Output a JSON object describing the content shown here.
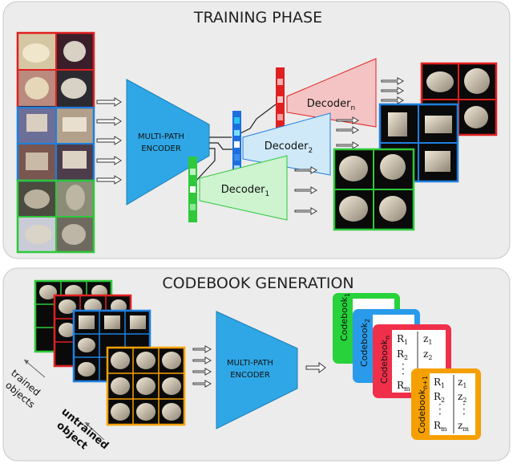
{
  "colors": {
    "panel_bg": "#ececec",
    "panel_border": "#c8c8c8",
    "encoder": "#2fa7e6",
    "red": "#e02020",
    "blue": "#1e7fe0",
    "green": "#2ec83a",
    "orange": "#f5a000",
    "decoder_red": "#f4c4c4",
    "decoder_blue": "#cfe9f8",
    "decoder_green": "#cdf3cf"
  },
  "training": {
    "title": "TRAINING PHASE",
    "encoder_line1": "MULTI-PATH",
    "encoder_line2": "ENCODER",
    "decoder_1": "Decoder",
    "decoder_1_sub": "1",
    "decoder_2": "Decoder",
    "decoder_2_sub": "2",
    "decoder_n": "Decoder",
    "decoder_n_sub": "n"
  },
  "codebook": {
    "title": "CODEBOOK GENERATION",
    "encoder_line1": "MULTI-PATH",
    "encoder_line2": "ENCODER",
    "trained_line1": "trained",
    "trained_line2": "objects",
    "untrained_line1": "untrained",
    "untrained_line2": "object",
    "cb1": "Codebook",
    "cb1_sub": "1",
    "cb2": "Codebook",
    "cb2_sub": "2",
    "cbn": "Codebook",
    "cbn_sub": "n",
    "cbn1": "Codebook",
    "cbn1_sub": "n+1",
    "R": "R",
    "z": "z",
    "sub1": "1",
    "sub2": "2",
    "subm": "m",
    "dots": "·"
  }
}
